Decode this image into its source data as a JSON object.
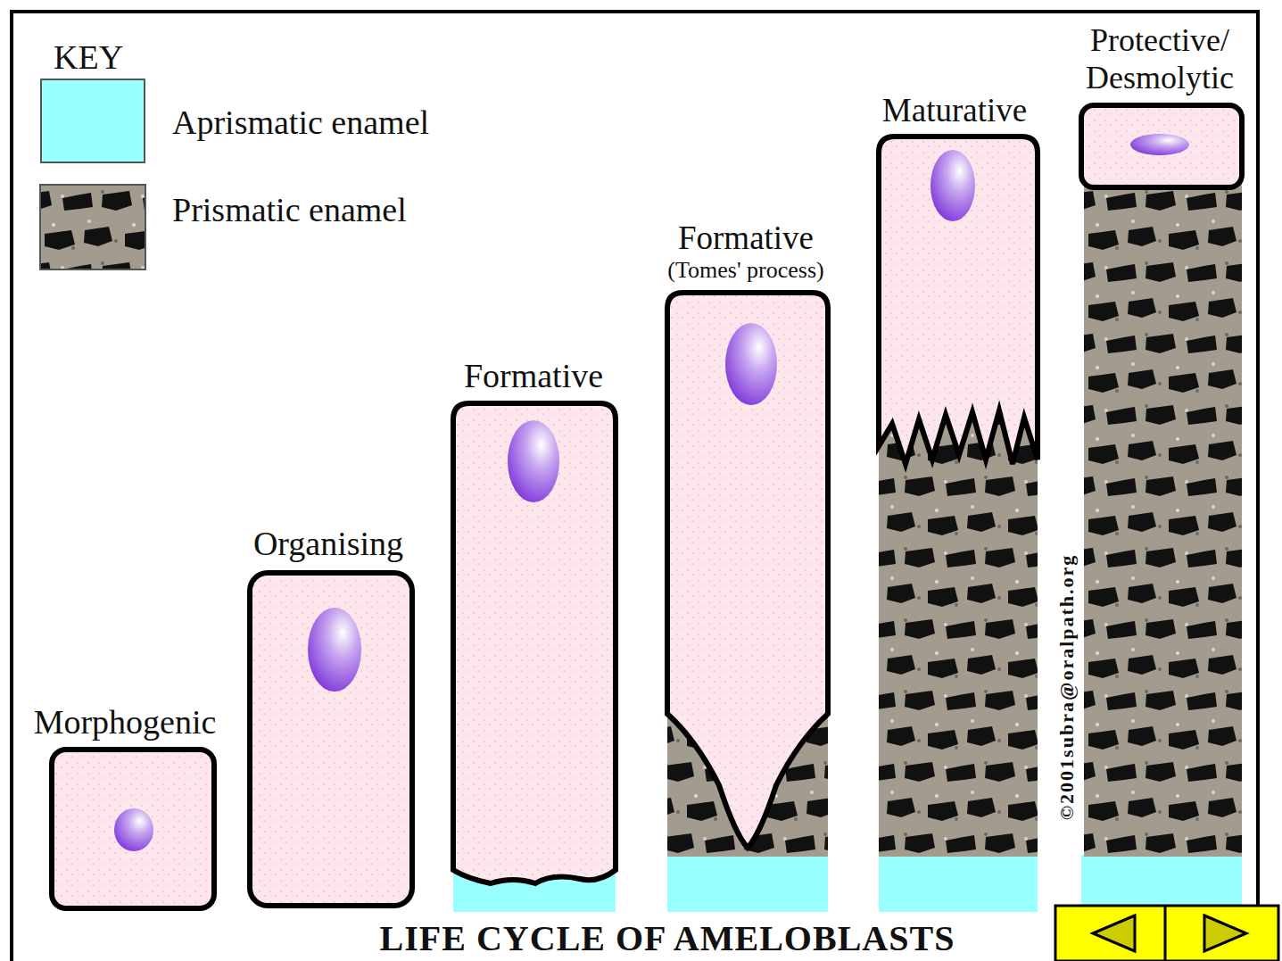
{
  "diagram": {
    "title": "LIFE CYCLE OF AMELOBLASTS",
    "nodes": [
      {
        "text": [
          "Morphogenic"
        ]
      },
      {
        "text": [
          "Organising"
        ]
      },
      {
        "text": [
          "Formative"
        ]
      },
      {
        "text": [
          "Formative",
          "(Tomes' process)"
        ]
      },
      {
        "text": [
          "Maturative"
        ]
      },
      {
        "text": [
          "Protective/ Desmolytic"
        ]
      }
    ],
    "labels": [
      "KEY",
      "©2001subra@oralpath.org"
    ],
    "legend": [
      {
        "text": "Aprismatic enamel",
        "color": "#99ffff"
      },
      {
        "text": "Prismatic enamel"
      }
    ]
  }
}
